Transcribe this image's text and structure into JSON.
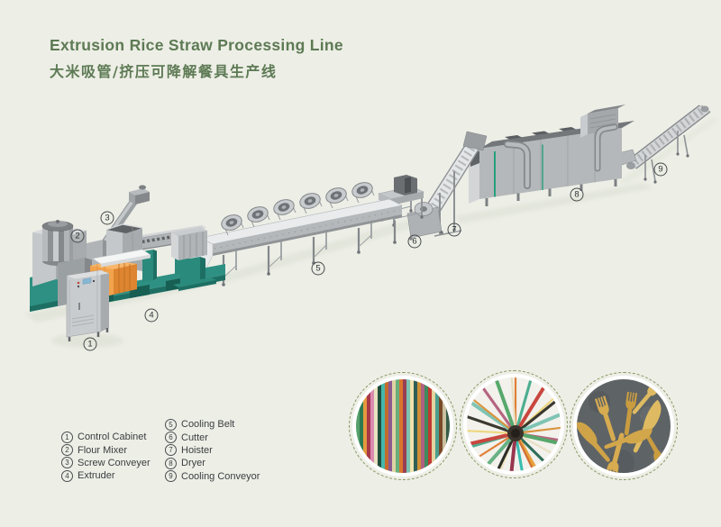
{
  "title": {
    "en": "Extrusion Rice Straw Processing Line",
    "zh": "大米吸管/挤压可降解餐具生产线"
  },
  "callouts": [
    "1",
    "2",
    "3",
    "4",
    "5",
    "6",
    "7",
    "8",
    "9"
  ],
  "legend": {
    "column1": [
      {
        "num": "1",
        "label": "Control Cabinet"
      },
      {
        "num": "2",
        "label": "Flour Mixer"
      },
      {
        "num": "3",
        "label": "Screw Conveyer"
      },
      {
        "num": "4",
        "label": "Extruder"
      }
    ],
    "column2": [
      {
        "num": "5",
        "label": "Cooling Belt"
      },
      {
        "num": "6",
        "label": "Cutter"
      },
      {
        "num": "7",
        "label": "Hoister"
      },
      {
        "num": "8",
        "label": "Dryer"
      },
      {
        "num": "9",
        "label": "Cooling Conveyor"
      }
    ]
  },
  "photos": [
    {
      "name": "colorful-rice-straws-bundle",
      "palette": [
        "#56a06b",
        "#2e7a52",
        "#e49a3c",
        "#a8374a",
        "#d98ab0",
        "#e9e2c0",
        "#1f4d3c",
        "#45b8aa",
        "#c56a2b",
        "#8a5b90",
        "#ded3a2",
        "#67b07c",
        "#d9762f",
        "#993f55",
        "#7cc2b0",
        "#efe3ae",
        "#2f5f57",
        "#d08f36",
        "#b06080",
        "#3f8a5c",
        "#bf3b31",
        "#e3d5a0",
        "#4a9e8e",
        "#7a4a28",
        "#c9c0a0",
        "#355c46"
      ]
    },
    {
      "name": "rice-straws-fanned-out",
      "palette": [
        "#e08038",
        "#4cae8f",
        "#c9463e",
        "#eed780",
        "#3b382f",
        "#7fc4b4",
        "#d9953f",
        "#b5647f",
        "#56a86b",
        "#e8e0c4",
        "#2e6e5a",
        "#e8a13c",
        "#cf6f34",
        "#3bbcb0",
        "#97374e",
        "#f0e6c0",
        "#2d2d28",
        "#68b184"
      ]
    },
    {
      "name": "biodegradable-cutlery"
    }
  ],
  "colors": {
    "background": "#edeee6",
    "title_green": "#5d7a54",
    "machine_teal": "#2e9082",
    "machine_orange": "#f09c40",
    "machine_gray": "#b4b8ba",
    "legend_text": "#3a3e40",
    "photo_ring_dash": "#86965f"
  }
}
